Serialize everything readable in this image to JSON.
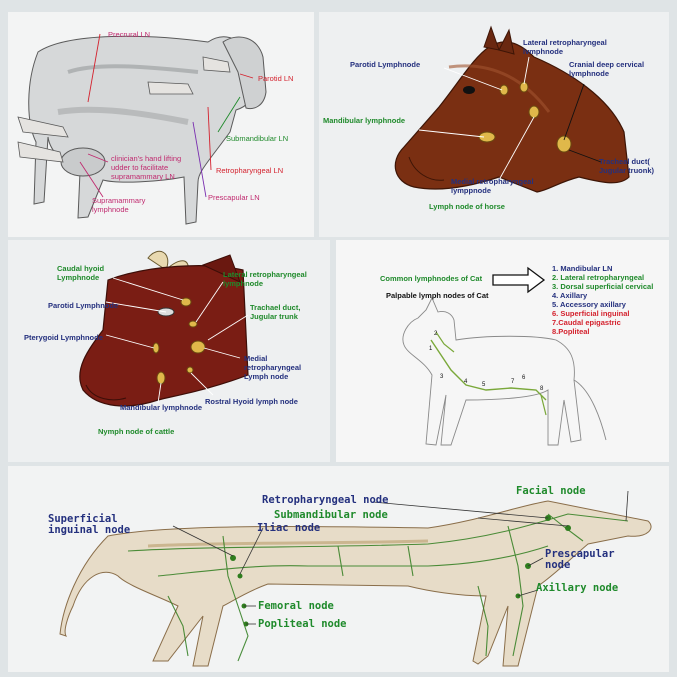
{
  "cow_panel": {
    "labels": {
      "precrural": "Precrural LN",
      "parotid": "Parotid LN",
      "submandibular": "Submandibular LN",
      "retropharyngeal": "Retropharyngeal LN",
      "prescapular": "Prescapular LN",
      "supramammary": "Supramammary\nlymphnode",
      "clinician": "clinician's hand lifting\nudder to facilitate\nsupramammary LN"
    }
  },
  "horse_panel": {
    "labels": {
      "lateral_retro": "Lateral retropharyngeal\nlvmphnode",
      "parotid": "Parotid Lymphnode",
      "cranial_cervical": "Cranial deep cervical\nlymphnode",
      "mandibular": "Mandibular lymphnode",
      "tracheal": "Tracheal duct(\nJugular truonk)",
      "medial_retro": "Medial retropharyngeal\nlymppnode",
      "caption": "Lymph node of horse"
    }
  },
  "cattle_panel": {
    "labels": {
      "caudal_hyoid": "Caudal hyoid\nLymphnode",
      "lateral_retro": "Lateral retropharyngeal\nlymphnode",
      "parotid": "Parotid Lymphnode",
      "tracheal": "Trachael duct,\nJugular trunk",
      "pterygoid": "Pterygoid Lymphnode",
      "medial_retro": "Medial\nretropharyngeal\nLymph node",
      "rostral_hyoid": "Rostral Hyoid lymph node",
      "mandibular": "Mandibular lymphnode",
      "caption": "Nymph node of cattle"
    }
  },
  "cat_panel": {
    "common": "Common lymphnodes of Cat",
    "palpable": "Palpable lymph nodes of Cat",
    "list": [
      {
        "text": "1. Mandibular LN",
        "color": "#24307e"
      },
      {
        "text": "2. Lateral retropharyngeal",
        "color": "#1f8a2b"
      },
      {
        "text": "3. Dorsal superficial cervical",
        "color": "#1f8a2b"
      },
      {
        "text": "4. Axillary",
        "color": "#24307e"
      },
      {
        "text": "5. Accessory axillary",
        "color": "#24307e"
      },
      {
        "text": "6. Superficial inguinal",
        "color": "#d4222e"
      },
      {
        "text": "7.Caudal epigastric",
        "color": "#d4222e"
      },
      {
        "text": "8.Popliteal",
        "color": "#d4222e"
      }
    ],
    "marks": [
      "1",
      "2",
      "3",
      "4",
      "5",
      "6",
      "7",
      "8"
    ]
  },
  "dog_panel": {
    "labels": {
      "retropharyngeal": "Retropharyngeal node",
      "facial": "Facial node",
      "submandibular": "Submandibular node",
      "superficial_inguinal": "Superficial\ninguinal node",
      "iliac": "Iliac node",
      "prescapular": "Prescapular\nnode",
      "axillary": "Axillary node",
      "femoral": "Femoral node",
      "popliteal": "Popliteal node"
    }
  },
  "colors": {
    "navy": "#24307e",
    "green": "#1f8a2b",
    "red": "#d4222e",
    "horse_brown": "#7a2f12",
    "lymph_green": "#2f7d1e"
  }
}
